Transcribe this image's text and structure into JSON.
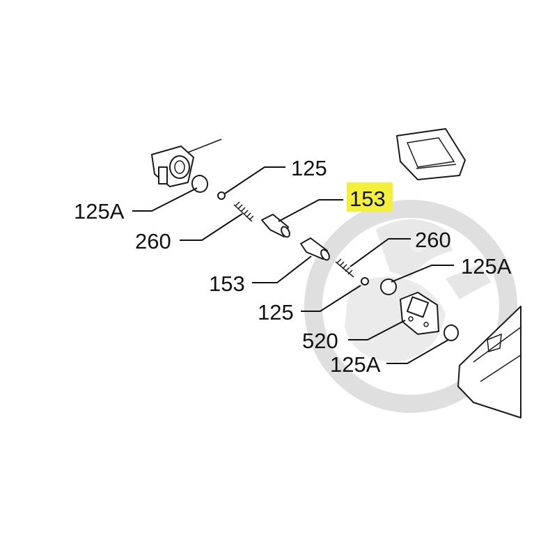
{
  "colors": {
    "highlight": "#f4ef3a",
    "ink": "#111111",
    "watermark": "#d9d9d9"
  },
  "watermark": {
    "icon": "watermark-ring-logo-icon"
  },
  "labels": {
    "l1": "125",
    "l2": "153",
    "l3": "125A",
    "l4": "260",
    "l5": "260",
    "l6": "125A",
    "l7": "153",
    "l8": "125",
    "l9": "520",
    "l10": "125A"
  }
}
